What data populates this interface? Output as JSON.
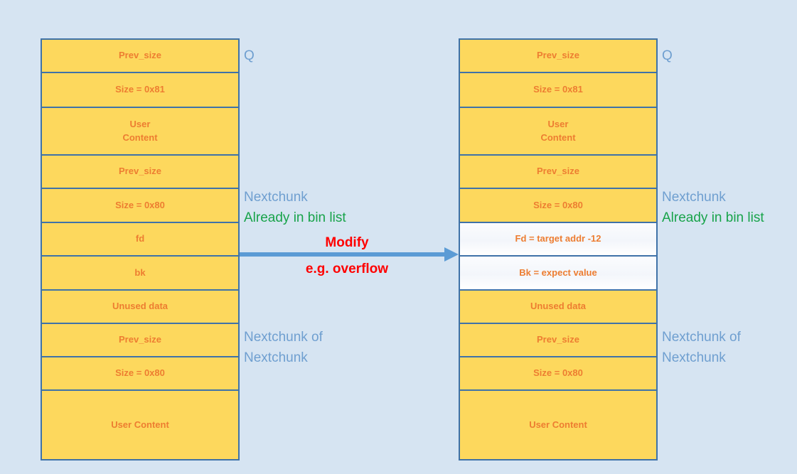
{
  "colors": {
    "background": "#d6e4f2",
    "chunk_fill": "#fdd85d",
    "chunk_border": "#3f72a8",
    "chunk_text": "#ed7d31",
    "annotation_blue": "#6f9fd0",
    "annotation_green": "#18a34a",
    "arrow": "#5b9bd5",
    "arrow_label": "#ff0000",
    "modified_fill": "#fbfcfe"
  },
  "left_chunk": {
    "rows": [
      {
        "label": "Prev_size",
        "height": 47,
        "modified": false
      },
      {
        "label": "Size = 0x81",
        "height": 49,
        "modified": false
      },
      {
        "label": "User\nContent",
        "height": 67,
        "modified": false
      },
      {
        "label": "Prev_size",
        "height": 47,
        "modified": false
      },
      {
        "label": "Size = 0x80",
        "height": 48,
        "modified": false
      },
      {
        "label": "fd",
        "height": 47,
        "modified": false
      },
      {
        "label": "bk",
        "height": 48,
        "modified": false
      },
      {
        "label": "Unused data",
        "height": 47,
        "modified": false
      },
      {
        "label": "Prev_size",
        "height": 47,
        "modified": false
      },
      {
        "label": "Size = 0x80",
        "height": 47,
        "modified": false
      },
      {
        "label": "User Content",
        "height": 96,
        "modified": false
      }
    ]
  },
  "right_chunk": {
    "rows": [
      {
        "label": "Prev_size",
        "height": 47,
        "modified": false
      },
      {
        "label": "Size = 0x81",
        "height": 49,
        "modified": false
      },
      {
        "label": "User\nContent",
        "height": 67,
        "modified": false
      },
      {
        "label": "Prev_size",
        "height": 47,
        "modified": false
      },
      {
        "label": "Size = 0x80",
        "height": 48,
        "modified": false
      },
      {
        "label": "Fd = target addr -12",
        "height": 47,
        "modified": true
      },
      {
        "label": "Bk = expect value",
        "height": 48,
        "modified": true
      },
      {
        "label": "Unused data",
        "height": 47,
        "modified": false
      },
      {
        "label": "Prev_size",
        "height": 47,
        "modified": false
      },
      {
        "label": "Size = 0x80",
        "height": 47,
        "modified": false
      },
      {
        "label": "User Content",
        "height": 96,
        "modified": false
      }
    ]
  },
  "left_annotations": {
    "q": "Q",
    "nextchunk": "Nextchunk",
    "already_in_bin_list": "Already in bin list",
    "nextchunk_of_nextchunk": "Nextchunk of\nNextchunk"
  },
  "right_annotations": {
    "q": "Q",
    "nextchunk": "Nextchunk",
    "already_in_bin_list": "Already in bin list",
    "nextchunk_of_nextchunk": "Nextchunk of\nNextchunk"
  },
  "arrow": {
    "label_top": "Modify",
    "label_bottom": "e.g. overflow"
  }
}
